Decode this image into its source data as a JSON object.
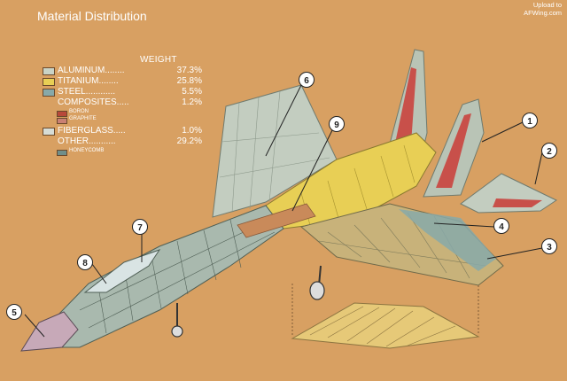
{
  "title": "Material Distribution",
  "watermark": {
    "line1": "Upload to",
    "line2": "AFWing.com"
  },
  "legend": {
    "header": "WEIGHT",
    "items": [
      {
        "label": "ALUMINUM........",
        "value": "37.3%",
        "color": "#c9d3c6"
      },
      {
        "label": "TITANIUM........",
        "value": "25.8%",
        "color": "#e8cf55"
      },
      {
        "label": "STEEL............",
        "value": "5.5%",
        "color": "#87a9a9"
      },
      {
        "label": "COMPOSITES.....",
        "value": "1.2%",
        "color": ""
      },
      {
        "label": "FIBERGLASS.....",
        "value": "1.0%",
        "color": "#d6dcd6"
      },
      {
        "label": "OTHER...........",
        "value": "29.2%",
        "color": ""
      }
    ],
    "composites_sub": [
      {
        "label": "BORON",
        "color": "#b8483a"
      },
      {
        "label": "GRAPHITE",
        "color": "#c98074"
      }
    ],
    "other_sub": [
      {
        "label": "HONEYCOMB",
        "color": "#6f8e8a"
      }
    ]
  },
  "callouts": [
    "1",
    "2",
    "3",
    "4",
    "5",
    "6",
    "7",
    "8",
    "9"
  ],
  "colors": {
    "background": "#d8a062",
    "aluminum": "#c9d3c6",
    "titanium": "#e8cf55",
    "steel": "#87a9a9",
    "boron": "#b8483a",
    "honeycomb": "#6f8e8a"
  }
}
